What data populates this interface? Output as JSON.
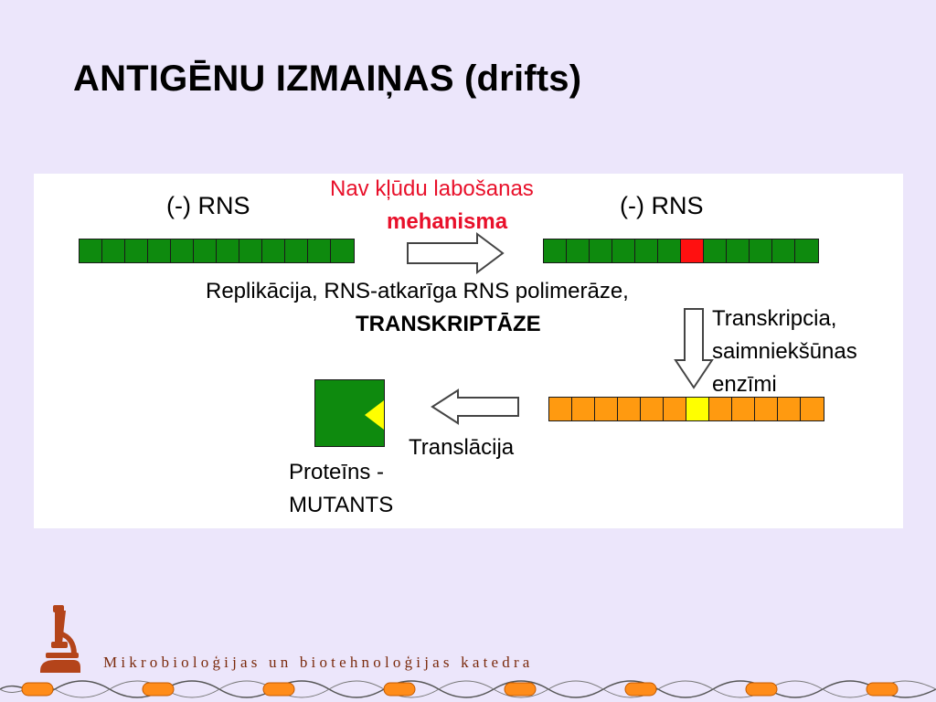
{
  "slide": {
    "title": "ANTIGĒNU IZMAIŅAS (drifts)",
    "footer": "Mikrobioloģijas un biotehnoloģijas katedra"
  },
  "diagram": {
    "top_left_label": "(-) RNS",
    "top_right_label": "(-) RNS",
    "no_proofreading_line1": "Nav kļūdu labošanas",
    "no_proofreading_line2": "mehanisma",
    "replication_line1": "Replikācija, RNS-atkarīga RNS polimerāze,",
    "replication_line2": "TRANSKRIPTĀZE",
    "transcription_line1": "Transkripcia,",
    "transcription_line2": "saimniekšūnas",
    "transcription_line3": "enzīmi",
    "translation": "Translācija",
    "protein_line1": "Proteīns -",
    "protein_line2": "MUTANTS",
    "strip_left_segments": 12,
    "strip_right_segments": 12,
    "strip_right_mutation_index": 6,
    "strip_mrna_segments": 12,
    "strip_mrna_mutation_index": 6
  },
  "colors": {
    "background": "#ece6fb",
    "rna_green": "#0e8a0e",
    "mutation_red": "#ff1010",
    "mrna_orange": "#ff9a10",
    "mutation_yellow": "#ffff00",
    "label_red": "#e8102a",
    "footer_brown": "#7a2a0c",
    "microscope_icon": "#b4441a"
  },
  "icons": {
    "footer_logo": "microscope-icon",
    "footer_border": "decorative-vine-border"
  }
}
